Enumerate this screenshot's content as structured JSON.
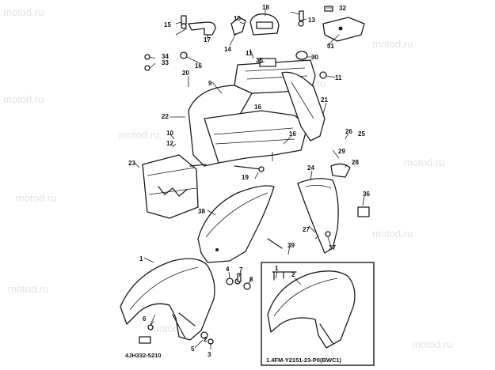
{
  "watermark": "motod.ru",
  "diagram_code": "4JH332-5210",
  "inset_label": "1.4FM-Y2151-23-P0(BWC1)",
  "callouts": {
    "c1": "1",
    "c2": "2",
    "c3": "3",
    "c4": "4",
    "c5": "5",
    "c6": "6",
    "c7": "7",
    "c8": "8",
    "c9": "9",
    "c10": "10",
    "c11a": "11",
    "c11b": "11",
    "c12": "12",
    "c13": "13",
    "c14": "14",
    "c15a": "15",
    "c15b": "15",
    "c16a": "16",
    "c16b": "16",
    "c16c": "16",
    "c17": "17",
    "c18": "18",
    "c19": "19",
    "c20": "20",
    "c21": "21",
    "c22": "22",
    "c23": "23",
    "c24": "24",
    "c25": "25",
    "c26": "26",
    "c27": "27",
    "c28": "28",
    "c29": "29",
    "c30": "30",
    "c31": "31",
    "c32": "32",
    "c33": "33",
    "c34": "34",
    "c35": "35",
    "c36": "36",
    "c37": "37",
    "c38": "38",
    "c39": "39",
    "ci1": "1",
    "ci2": "2"
  }
}
